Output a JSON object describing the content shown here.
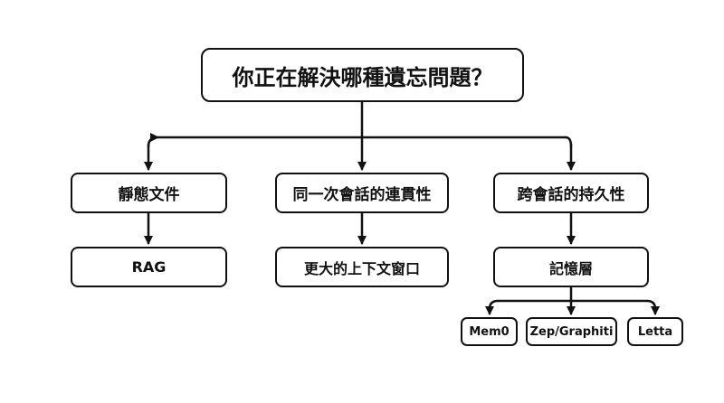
{
  "diagram": {
    "root": {
      "label": "你正在解決哪種遺忘問題？"
    },
    "branches": [
      {
        "label": "靜態文件",
        "solution": "RAG"
      },
      {
        "label": "同一次會話的連貫性",
        "solution": "更大的上下文窗口"
      },
      {
        "label": "跨會話的持久性",
        "solution": "記憶層"
      }
    ],
    "tools": [
      "Mem0",
      "Zep/Graphiti",
      "Letta"
    ],
    "line_color": "#111111"
  }
}
